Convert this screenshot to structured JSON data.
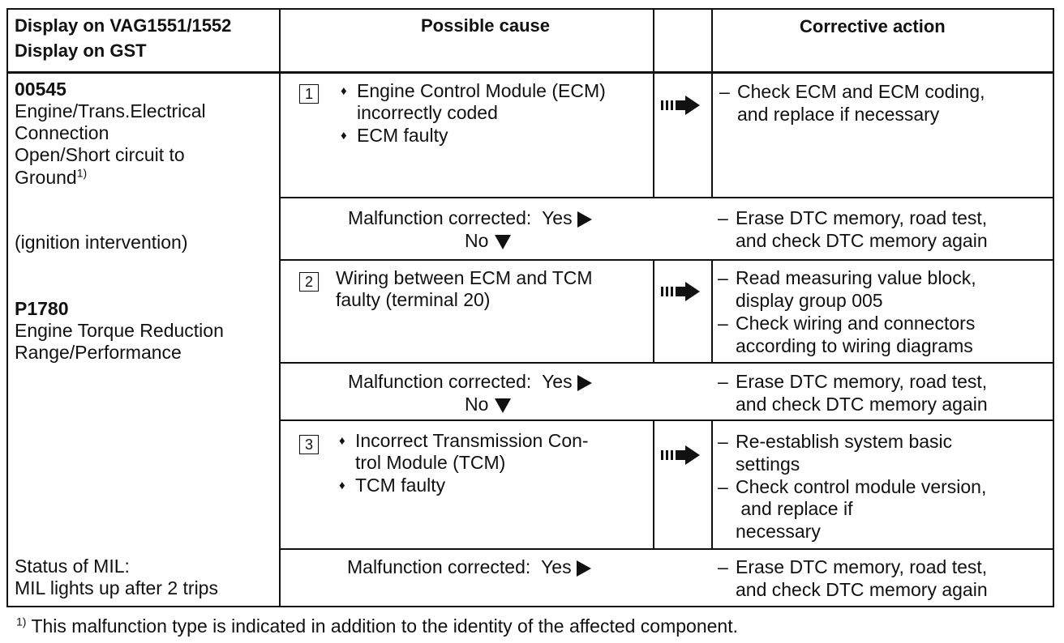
{
  "header": {
    "col1_line1": "Display on VAG1551/1552",
    "col1_line2": "Display on GST",
    "col2": "Possible cause",
    "col4": "Corrective action"
  },
  "left": {
    "code1": "00545",
    "desc1": [
      "Engine/Trans.Electrical",
      "Connection",
      "Open/Short circuit to",
      "Ground"
    ],
    "desc1_sup": "1)",
    "note": "(ignition intervention)",
    "code2": "P1780",
    "desc2": [
      "Engine Torque Reduction",
      "Range/Performance"
    ],
    "status": [
      "Status of MIL:",
      "MIL lights up after 2 trips"
    ]
  },
  "steps": [
    {
      "num": "1",
      "causes": [
        {
          "bullet": "♦",
          "lines": [
            "Engine Control Module (ECM)",
            "incorrectly coded"
          ]
        },
        {
          "bullet": "♦",
          "lines": [
            "ECM faulty"
          ]
        }
      ],
      "actions": [
        {
          "dash": "–",
          "lines": [
            "Check ECM and ECM coding,",
            "and replace if necessary"
          ]
        }
      ]
    },
    {
      "num": "2",
      "causes": [
        {
          "bullet": "",
          "lines": [
            "Wiring between ECM and TCM",
            "faulty (terminal 20)"
          ]
        }
      ],
      "actions": [
        {
          "dash": "–",
          "lines": [
            "Read measuring value block,",
            "display group 005"
          ]
        },
        {
          "dash": "–",
          "lines": [
            "Check wiring and connectors",
            "according to wiring diagrams"
          ]
        }
      ]
    },
    {
      "num": "3",
      "causes": [
        {
          "bullet": "♦",
          "lines": [
            "Incorrect Transmission Con-",
            "trol Module (TCM)"
          ]
        },
        {
          "bullet": "♦",
          "lines": [
            "TCM faulty"
          ]
        }
      ],
      "actions": [
        {
          "dash": "–",
          "lines": [
            "Re-establish system basic",
            "settings"
          ]
        },
        {
          "dash": "–",
          "lines": [
            "Check control module version,",
            " and replace if",
            "necessary"
          ]
        }
      ]
    }
  ],
  "malfunction": {
    "label": "Malfunction corrected:",
    "yes": "Yes",
    "no": "No",
    "action": [
      "Erase DTC memory, road test,",
      "and check DTC memory again"
    ],
    "dash": "–"
  },
  "footnote": {
    "sup": "1)",
    "text": "This malfunction type is indicated in addition to the identity of the affected component."
  }
}
